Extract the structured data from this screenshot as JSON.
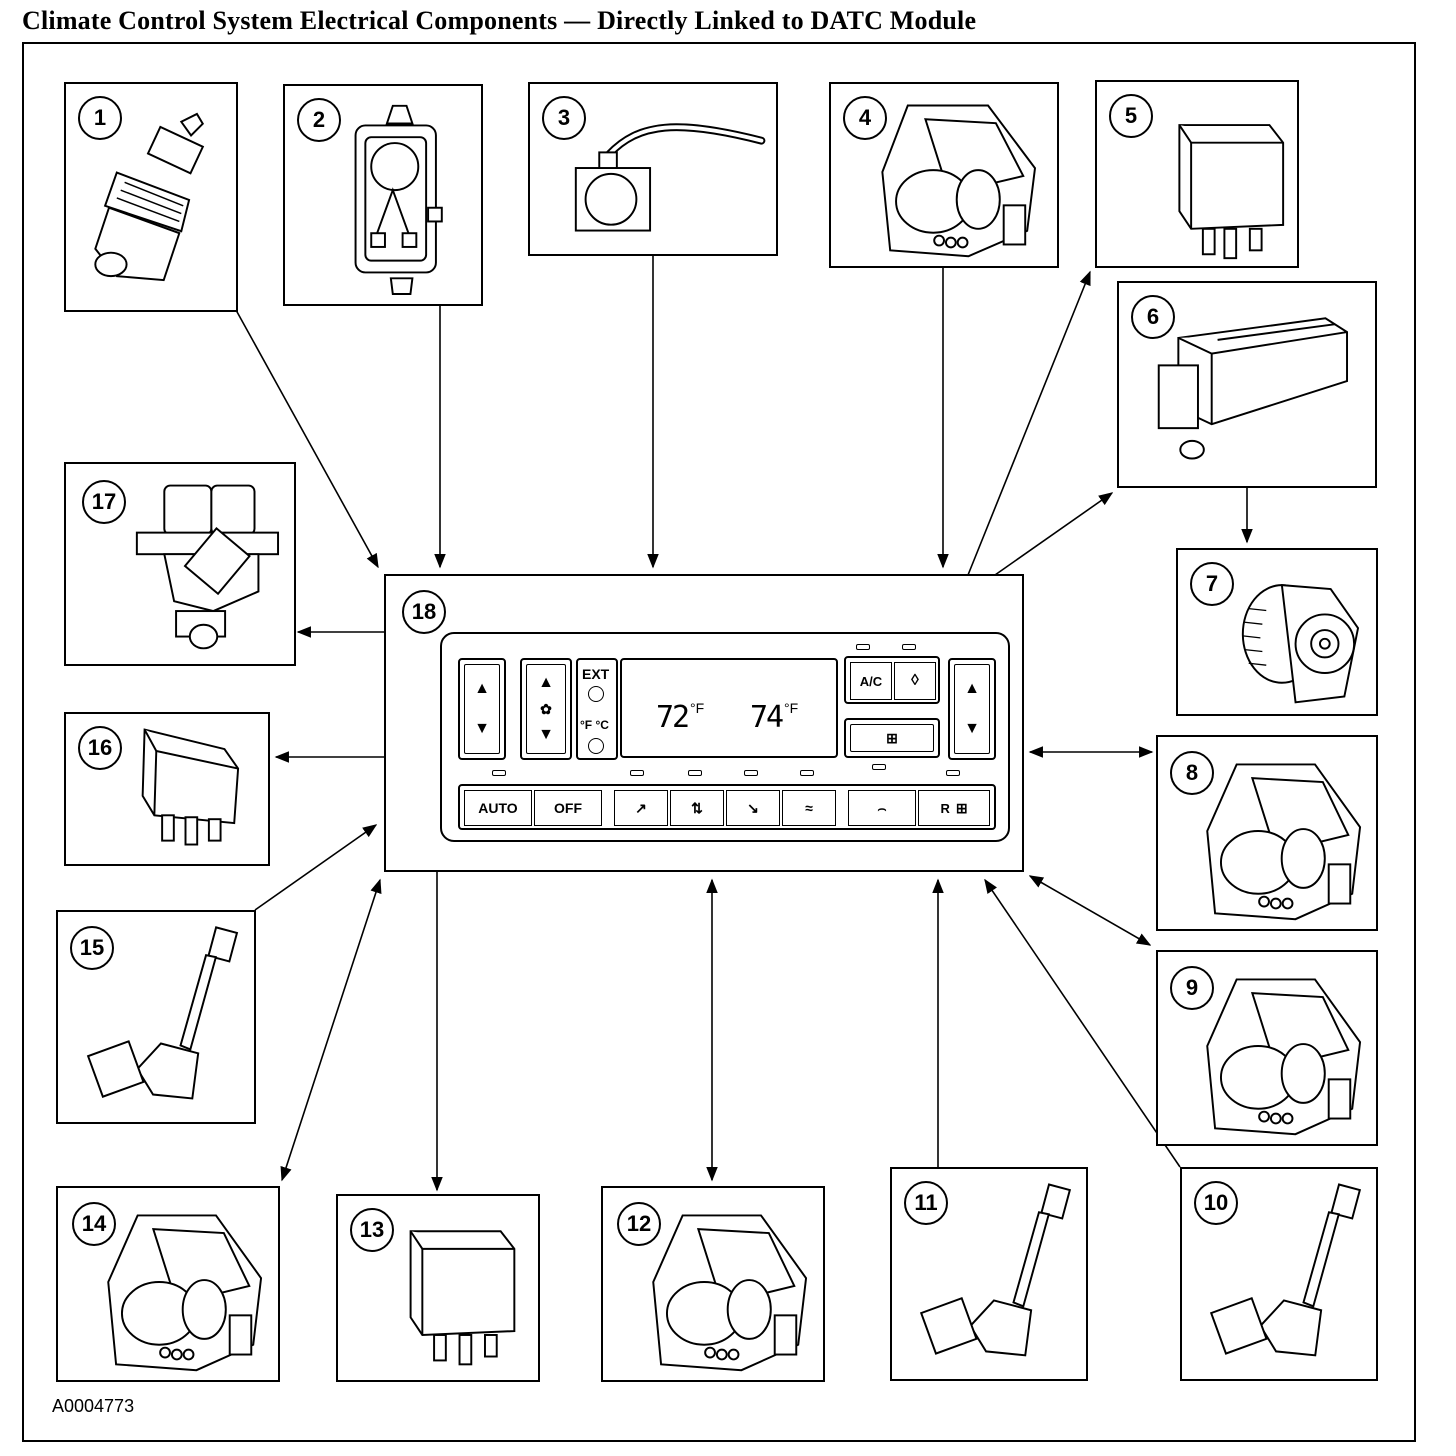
{
  "title": "Climate Control System Electrical Components — Directly Linked to DATC Module",
  "reference_code": "A0004773",
  "components": [
    {
      "num": "1",
      "icon": "temperature-sensor-icon"
    },
    {
      "num": "2",
      "icon": "sensor-icon"
    },
    {
      "num": "3",
      "icon": "sunload-sensor-icon"
    },
    {
      "num": "4",
      "icon": "actuator-icon"
    },
    {
      "num": "5",
      "icon": "relay-icon"
    },
    {
      "num": "6",
      "icon": "blower-motor-controller-icon"
    },
    {
      "num": "7",
      "icon": "blower-motor-icon"
    },
    {
      "num": "8",
      "icon": "actuator-icon"
    },
    {
      "num": "9",
      "icon": "actuator-icon"
    },
    {
      "num": "10",
      "icon": "temperature-probe-icon"
    },
    {
      "num": "11",
      "icon": "temperature-probe-icon"
    },
    {
      "num": "12",
      "icon": "actuator-icon"
    },
    {
      "num": "13",
      "icon": "relay-icon"
    },
    {
      "num": "14",
      "icon": "actuator-icon"
    },
    {
      "num": "15",
      "icon": "temperature-probe-icon"
    },
    {
      "num": "16",
      "icon": "relay-icon"
    },
    {
      "num": "17",
      "icon": "water-valve-icon"
    },
    {
      "num": "18",
      "icon": "datc-module-icon"
    }
  ],
  "panel": {
    "ext_label": "EXT",
    "unit_label": "°F °C",
    "left_temp": "72",
    "left_unit": "°F",
    "right_temp": "74",
    "right_unit": "°F",
    "ac_label": "A/C",
    "auto_label": "AUTO",
    "off_label": "OFF",
    "rear_defrost_label": "R"
  }
}
